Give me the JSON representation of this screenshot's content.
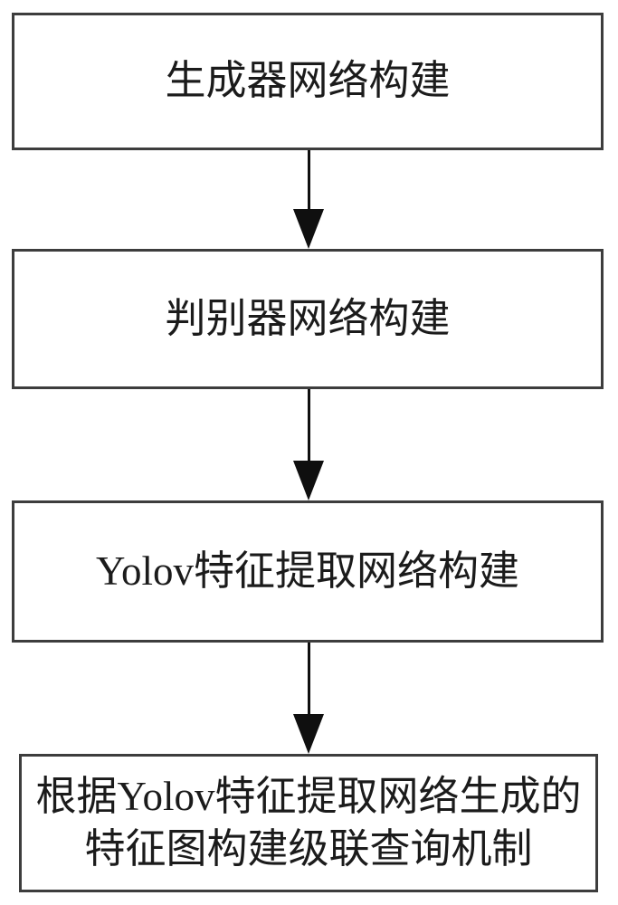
{
  "figure": {
    "background_color": "#ffffff",
    "box_border_color": "#3d3d3d",
    "text_color": "#1b1b1b",
    "arrow_color": "#0f0f0f"
  },
  "flowchart": {
    "type": "diagram",
    "direction": "top-down",
    "steps": [
      {
        "id": 1,
        "label": "生成器网络构建"
      },
      {
        "id": 2,
        "label": "判别器网络构建"
      },
      {
        "id": 3,
        "label": "Yolov特征提取网络构建"
      },
      {
        "id": 4,
        "label": "根据Yolov特征提取网络生成的特征图构建级联查询机制",
        "lines": [
          "根据Yolov特征提取网络生成的",
          "特征图构建级联查询机制"
        ]
      }
    ],
    "connectors": [
      {
        "from": 1,
        "to": 2
      },
      {
        "from": 2,
        "to": 3
      },
      {
        "from": 3,
        "to": 4
      }
    ]
  }
}
